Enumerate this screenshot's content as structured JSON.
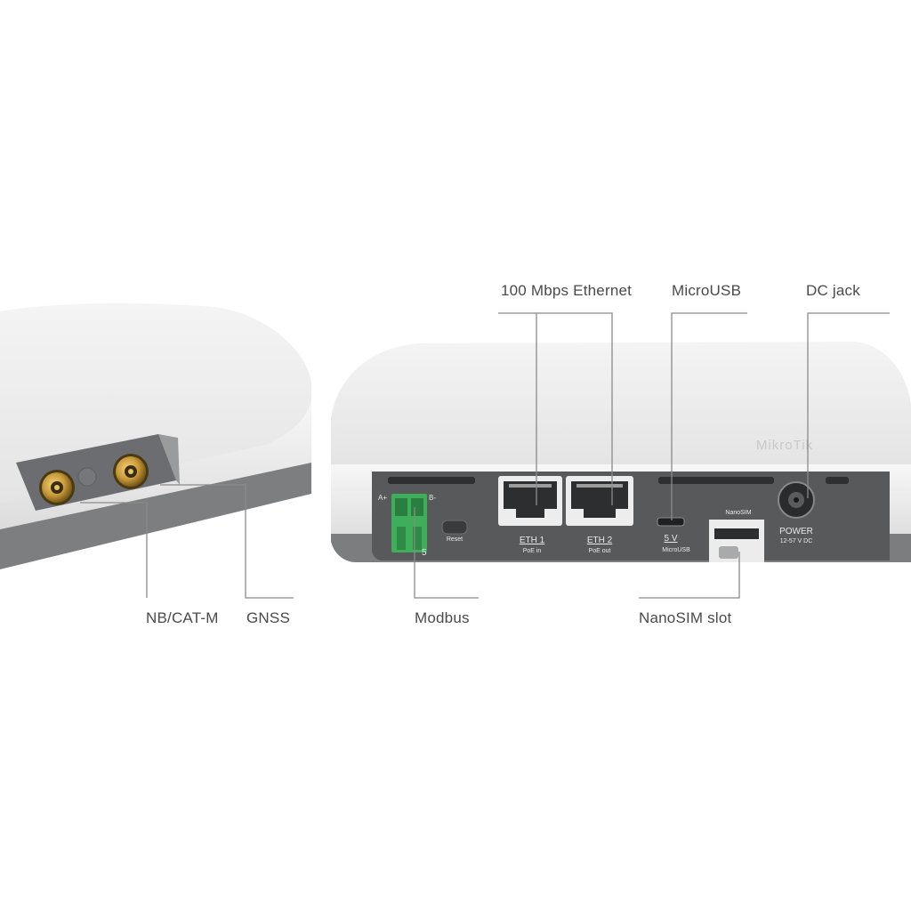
{
  "callouts": {
    "ethernet": "100 Mbps Ethernet",
    "microusb": "MicroUSB",
    "dcjack": "DC jack",
    "nbcatm": "NB/CAT-M",
    "gnss": "GNSS",
    "modbus": "Modbus",
    "nanosim": "NanoSIM slot"
  },
  "port_labels": {
    "a_plus": "A+",
    "b_minus": "B-",
    "five": "5",
    "reset": "Reset",
    "eth1": "ETH 1",
    "eth1_sub": "PoE in",
    "eth2": "ETH 2",
    "eth2_sub": "PoE out",
    "five_v": "5 V",
    "five_v_sub": "MicroUSB",
    "nanosim": "NanoSIM",
    "power": "POWER",
    "power_sub": "12-57 V DC"
  },
  "brand": {
    "logo": "MikroTik"
  },
  "colors": {
    "body": "#ececec",
    "panel": "#5a5b5d",
    "base": "#7c7d7f",
    "gold": "#c99a3a",
    "terminal": "#3fae5a",
    "line": "#8a8a8a"
  }
}
